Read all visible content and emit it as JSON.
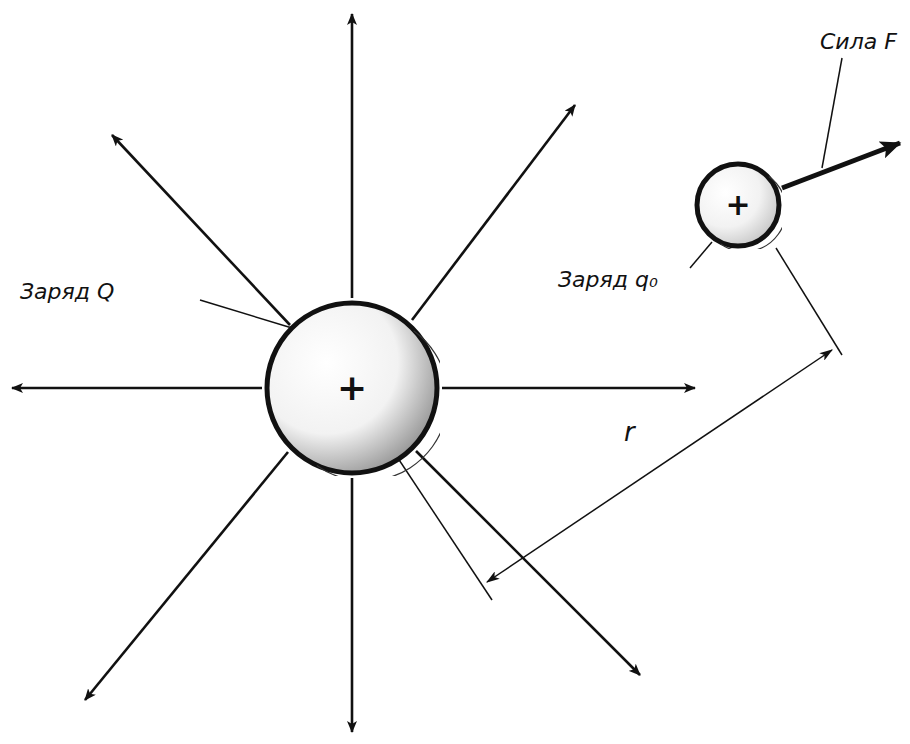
{
  "diagram": {
    "nodes": [
      {
        "text": [
          "+"
        ]
      },
      {
        "text": [
          "+"
        ]
      }
    ],
    "labels": [
      "Заряд Q",
      "Заряд q₀",
      "Сила F",
      "r"
    ]
  }
}
